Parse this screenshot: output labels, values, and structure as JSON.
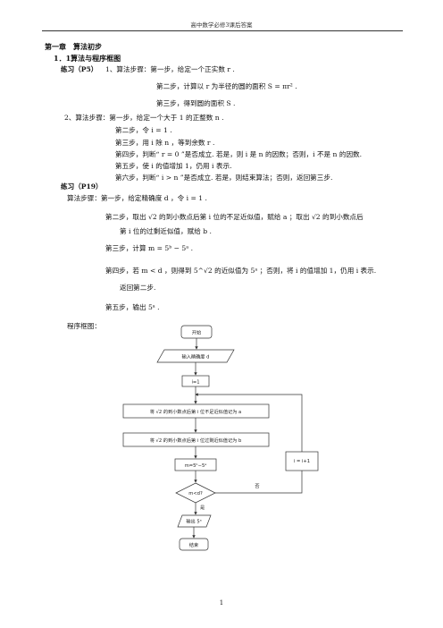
{
  "header": "高中数学必修3课后答案",
  "chapter": "第一章　算法初步",
  "section": "1．1算法与程序框图",
  "ex1": {
    "label": "练习（P5）",
    "l1": "1、算法步骤：第一步，给定一个正实数 r .",
    "l2": "第二步，计算以 r 为半径的圆的面积 S = πr² .",
    "l3": "第三步，得到圆的面积 S ."
  },
  "ex2": {
    "l1": "2、算法步骤：第一步，给定一个大于 1 的正整数 n .",
    "l2": "第二步，令 i = 1 .",
    "l3": "第三步，用 i 除 n ，等到余数 r .",
    "l4": "第四步，判断“ r = 0 ”是否成立. 若是，则 i 是 n 的因数；否则，i 不是 n 的因数.",
    "l5": "第五步，使 i 的值增加 1，仍用 i 表示.",
    "l6": "第六步，判断“ i > n ”是否成立. 若是，则结束算法；否则，返回第三步."
  },
  "ex3": {
    "label": "练习（P19）",
    "l1": "算法步骤：第一步，给定精确度 d ，令 i = 1 .",
    "l2": "第二步，取出 √2 的到小数点后第 i 位的不足近似值，赋给 a ；取出 √2 的到小数点后",
    "l3": "第 i 位的过剩近似值，赋给 b .",
    "l4": "第三步，计算 m = 5ᵇ − 5ᵃ .",
    "l5": "第四步，若 m < d ，则得到 5^√2 的近似值为 5ᵃ ；否则，将 i 的值增加 1，仍用 i 表示.",
    "l6": "返回第二步.",
    "l7": "第五步，输出 5ᵃ ."
  },
  "flow_label": "程序框图：",
  "flowchart": {
    "start": "开始",
    "input": "输入精确度 d",
    "init": "i=1",
    "step_a": "将 √2 的到小数点后第 i 位不足近似值记为 a",
    "step_b": "将 √2 的到小数点后第 i 位过剩近似值记为 b",
    "calc": "m=5ᵇ−5ᵃ",
    "cond": "m<d?",
    "inc": "i = i+1",
    "no": "否",
    "yes": "是",
    "output": "输出 5ᵃ",
    "end": "结束"
  },
  "page_number": "1"
}
